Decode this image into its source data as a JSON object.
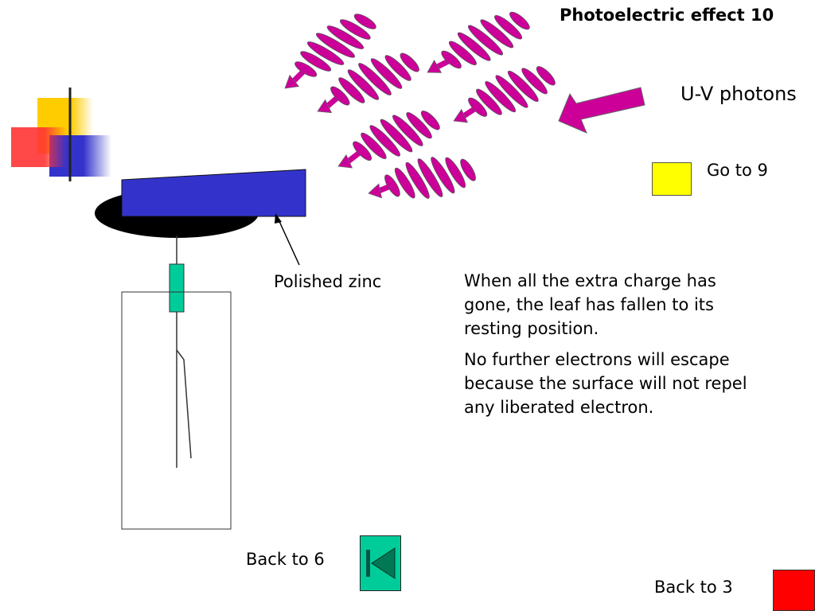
{
  "slide": {
    "title": "Photoelectric effect 10",
    "uv_label": "U-V photons",
    "goto9_label": "Go to 9",
    "zinc_label": "Polished zinc",
    "explanation": [
      "When all the extra charge has gone, the leaf has fallen to its resting position.",
      "No further  electrons will escape because the surface will not repel any liberated electron."
    ],
    "back6_label": "Back to 6",
    "back3_label": "Back to 3"
  },
  "colors": {
    "photon": "#cc0099",
    "zinc_plate": "#3333cc",
    "base_disc": "#000000",
    "insulator": "#00cc99",
    "goto_button": "#ffff00",
    "back3_button": "#ff0000",
    "back6_button": "#00cc99",
    "decor_yellow": "#ffcc00",
    "decor_blue": "#3333cc",
    "decor_red": "#ff3333"
  },
  "icons": {
    "uv_arrow": "big-left-arrow-icon",
    "photon": "wave-packet-icon",
    "back6": "skip-to-start-icon"
  }
}
